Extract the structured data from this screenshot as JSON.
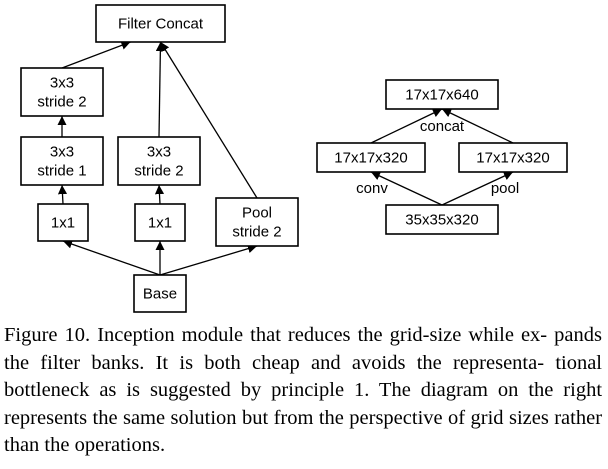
{
  "left_diagram": {
    "nodes": {
      "filter_concat": [
        "Filter Concat"
      ],
      "conv3x3_s2_top": [
        "3x3",
        "stride 2"
      ],
      "conv3x3_s1": [
        "3x3",
        "stride 1"
      ],
      "conv3x3_s2_mid": [
        "3x3",
        "stride 2"
      ],
      "conv1x1_a": [
        "1x1"
      ],
      "conv1x1_b": [
        "1x1"
      ],
      "pool_s2": [
        "Pool",
        "stride 2"
      ],
      "base": [
        "Base"
      ]
    },
    "edges": [
      [
        "base",
        "conv1x1_a"
      ],
      [
        "base",
        "conv1x1_b"
      ],
      [
        "base",
        "pool_s2"
      ],
      [
        "conv1x1_a",
        "conv3x3_s1"
      ],
      [
        "conv1x1_b",
        "conv3x3_s2_mid"
      ],
      [
        "conv3x3_s1",
        "conv3x3_s2_top"
      ],
      [
        "conv3x3_s2_top",
        "filter_concat"
      ],
      [
        "conv3x3_s2_mid",
        "filter_concat"
      ],
      [
        "pool_s2",
        "filter_concat"
      ]
    ]
  },
  "right_diagram": {
    "nodes": {
      "out": [
        "17x17x640"
      ],
      "conv_branch": [
        "17x17x320"
      ],
      "pool_branch": [
        "17x17x320"
      ],
      "input": [
        "35x35x320"
      ]
    },
    "edges": [
      [
        "input",
        "conv_branch"
      ],
      [
        "input",
        "pool_branch"
      ],
      [
        "conv_branch",
        "out"
      ],
      [
        "pool_branch",
        "out"
      ]
    ],
    "labels": {
      "concat": "concat",
      "conv": "conv",
      "pool": "pool"
    }
  },
  "caption": {
    "line1": "Figure 10. Inception module that reduces the grid-size while ex-",
    "line2": "pands the filter banks. It is both cheap and avoids the representa-",
    "line3": "tional bottleneck as is suggested by principle 1.  The diagram on",
    "line4": "the right represents the same solution but from the perspective of",
    "line5": "grid sizes rather than the operations."
  },
  "colors": {
    "stroke": "#000000",
    "background": "#ffffff"
  }
}
